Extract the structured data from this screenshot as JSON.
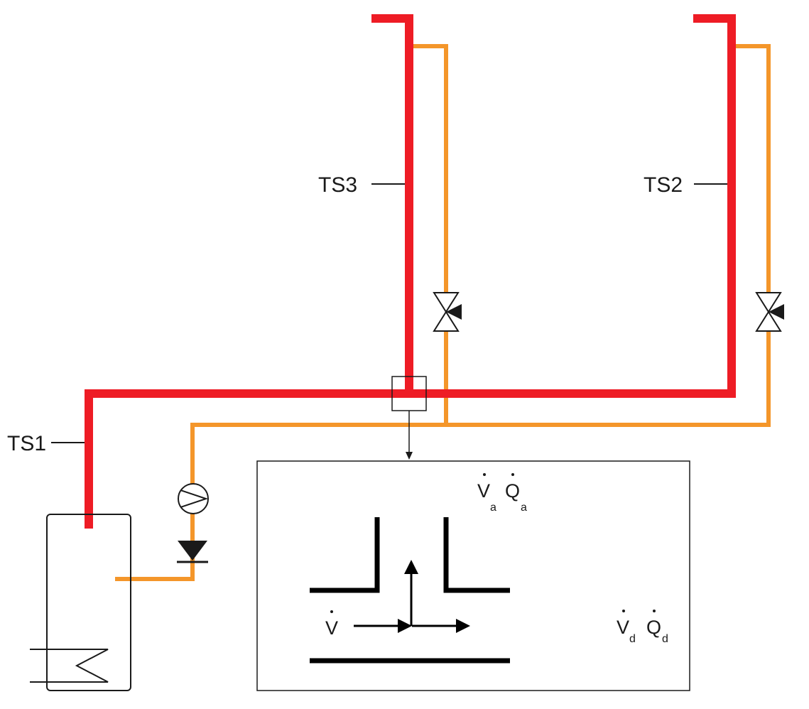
{
  "diagram": {
    "labels": {
      "ts1": "TS1",
      "ts2": "TS2",
      "ts3": "TS3"
    },
    "detail": {
      "inflow_symbol": "V",
      "branch_flow_symbol": "V",
      "branch_flow_sub": "a",
      "branch_heat_symbol": "Q",
      "branch_heat_sub": "a",
      "through_flow_symbol": "V",
      "through_flow_sub": "d",
      "through_heat_symbol": "Q",
      "through_heat_sub": "d"
    },
    "colors": {
      "supply_line": "#ee1c25",
      "return_line": "#f4962a",
      "outline": "#1a1a1a"
    }
  }
}
